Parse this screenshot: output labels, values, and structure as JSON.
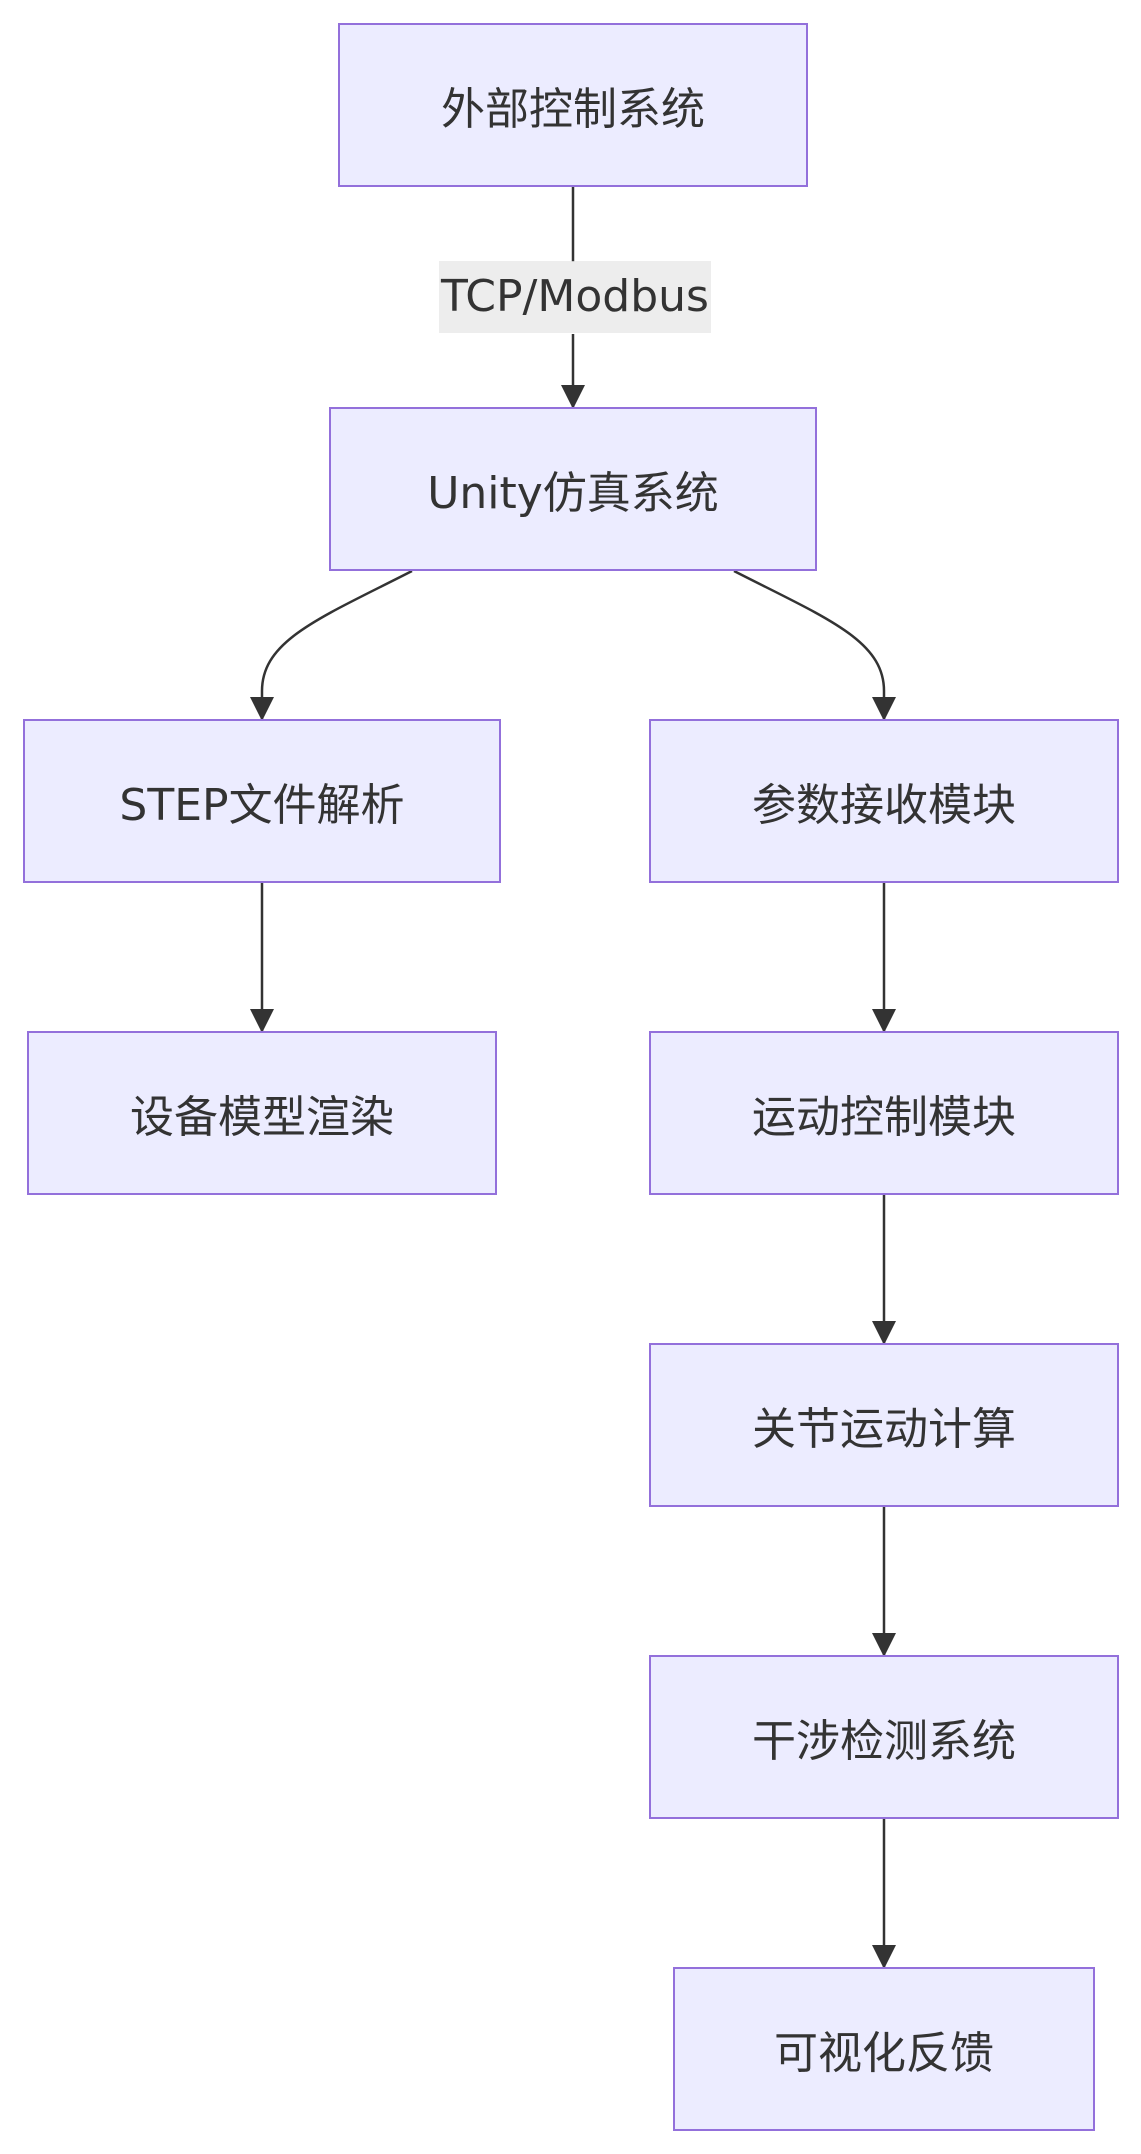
{
  "nodes": {
    "external_control": "外部控制系统",
    "unity_sim": "Unity仿真系统",
    "step_parse": "STEP文件解析",
    "param_receive": "参数接收模块",
    "model_render": "设备模型渲染",
    "motion_control": "运动控制模块",
    "joint_calc": "关节运动计算",
    "interference": "干涉检测系统",
    "visual_feedback": "可视化反馈"
  },
  "edges": {
    "protocol_label": "TCP/Modbus"
  },
  "colors": {
    "node_fill": "#ECECFF",
    "node_stroke": "#9370DB",
    "edge": "#333333",
    "text": "#333333",
    "label_bg": "#E8E8E8"
  }
}
